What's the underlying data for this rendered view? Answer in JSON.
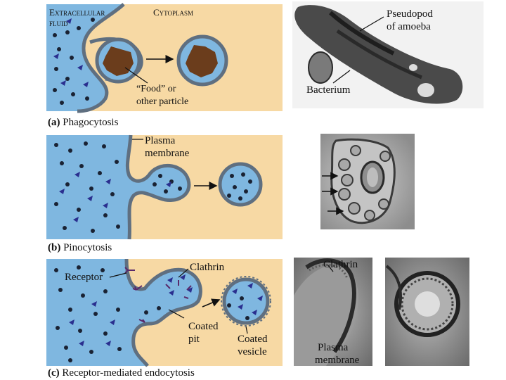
{
  "panel_a": {
    "caption_letter": "(a)",
    "caption": "Phagocytosis",
    "extracellular_line1": "Extracellular",
    "extracellular_line2": "fluid",
    "cytoplasm": "Cytoplasm",
    "food_line1": "“Food” or",
    "food_line2": "other particle",
    "pseudopod_line1": "Pseudopod",
    "pseudopod_line2": "of amoeba",
    "bacterium": "Bacterium"
  },
  "panel_b": {
    "caption_letter": "(b)",
    "caption": "Pinocytosis",
    "membrane_line1": "Plasma",
    "membrane_line2": "membrane"
  },
  "panel_c": {
    "caption_letter": "(c)",
    "caption": "Receptor-mediated endocytosis",
    "receptor": "Receptor",
    "clathrin": "Clathrin",
    "coated_pit_line1": "Coated",
    "coated_pit_line2": "pit",
    "coated_vesicle_line1": "Coated",
    "coated_vesicle_line2": "vesicle",
    "micro_clathrin": "Clathrin",
    "micro_membrane_line1": "Plasma",
    "micro_membrane_line2": "membrane"
  },
  "colors": {
    "extracellular": "#7fb7e0",
    "cytoplasm": "#f7d9a4",
    "membrane": "#5f6f80",
    "food": "#6b3d1c",
    "solute": "#1a2233",
    "ligand": "#2a2f8f",
    "micrograph_dark": "#333333"
  }
}
